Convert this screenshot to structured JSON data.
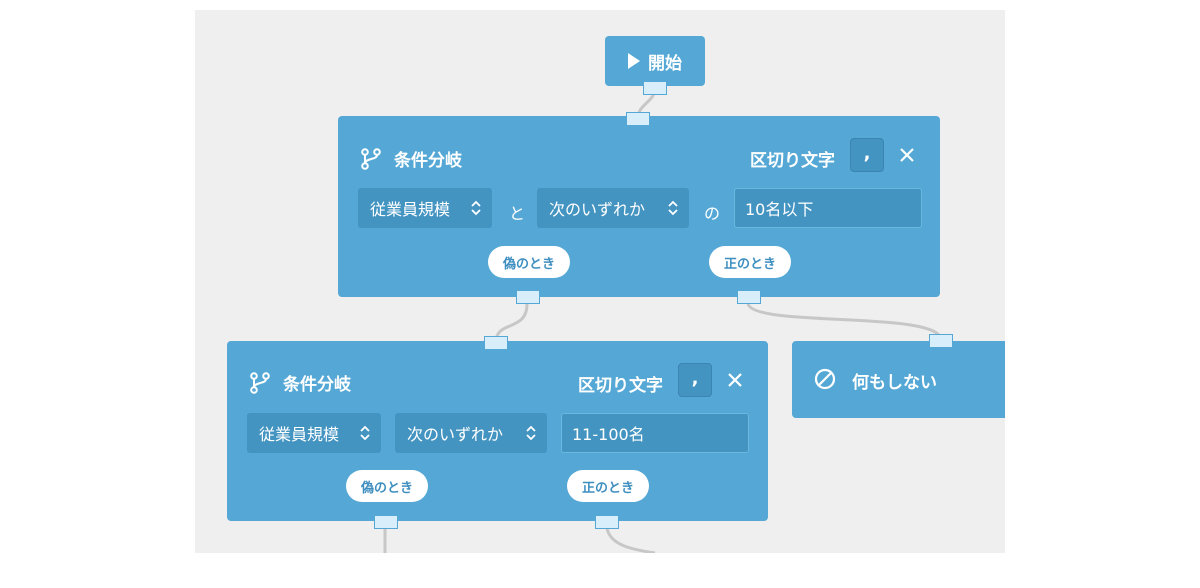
{
  "start": {
    "label": "開始"
  },
  "blocks": [
    {
      "title": "条件分岐",
      "delimiter_label": "区切り文字",
      "delimiter_value": ",",
      "field": "従業員規模",
      "conjunction1": "と",
      "operator": "次のいずれか",
      "conjunction2": "の",
      "value": "10名以下",
      "false_label": "偽のとき",
      "true_label": "正のとき"
    },
    {
      "title": "条件分岐",
      "delimiter_label": "区切り文字",
      "delimiter_value": ",",
      "field": "従業員規模",
      "operator": "次のいずれか",
      "value": "11-100名",
      "false_label": "偽のとき",
      "true_label": "正のとき"
    }
  ],
  "noop": {
    "label": "何もしない"
  },
  "colors": {
    "block": "#55a8d5",
    "input": "#4494c2",
    "canvas": "#efefef",
    "port": "#d8eefa"
  }
}
